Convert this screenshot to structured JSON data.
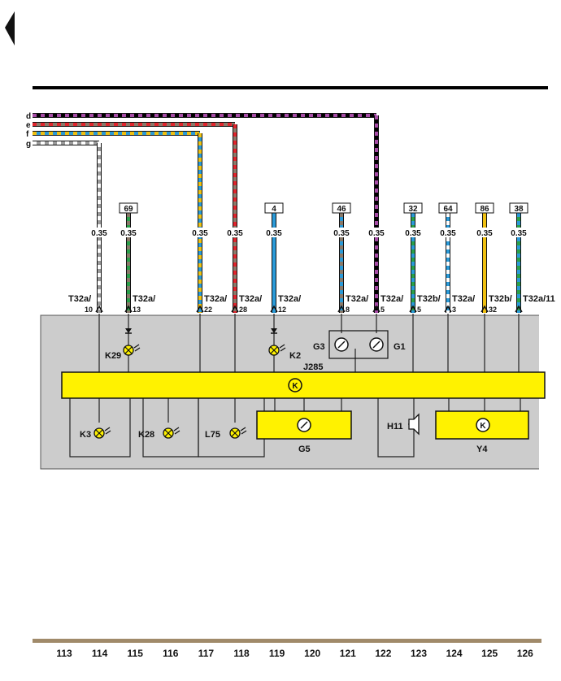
{
  "bus_lines": [
    {
      "label": "d",
      "colors": [
        "#000000",
        "#a64ca6"
      ]
    },
    {
      "label": "e",
      "colors": [
        "#8a7a6a",
        "#e0242c"
      ]
    },
    {
      "label": "f",
      "colors": [
        "#2a9ad8",
        "#f0c010"
      ]
    },
    {
      "label": "g",
      "colors": [
        "#9a9a9a",
        "#ffffff"
      ]
    }
  ],
  "wires": [
    {
      "id": "w114",
      "section": "114",
      "gauge": "0.35",
      "ref": "",
      "terminal": [
        "T32a/",
        "10"
      ],
      "colors": [
        "#9a9a9a",
        "#ffffff"
      ]
    },
    {
      "id": "w115",
      "section": "115",
      "gauge": "0.35",
      "ref": "69",
      "terminal": [
        "T32a/",
        "13"
      ],
      "colors": [
        "#2aa04a",
        "#8a7a6a"
      ]
    },
    {
      "id": "w117",
      "section": "117",
      "gauge": "0.35",
      "ref": "",
      "terminal": [
        "T32a/",
        "22"
      ],
      "colors": [
        "#2a9ad8",
        "#f0c010"
      ]
    },
    {
      "id": "w118",
      "section": "118",
      "gauge": "0.35",
      "ref": "",
      "terminal": [
        "T32a/",
        "28"
      ],
      "colors": [
        "#8a7a6a",
        "#e0242c"
      ]
    },
    {
      "id": "w119",
      "section": "119",
      "gauge": "0.35",
      "ref": "4",
      "terminal": [
        "T32a/",
        "12"
      ],
      "colors": [
        "#2a9ad8",
        "#2a9ad8"
      ]
    },
    {
      "id": "w121",
      "section": "121",
      "gauge": "0.35",
      "ref": "46",
      "terminal": [
        "T32a/",
        "8"
      ],
      "colors": [
        "#2a9ad8",
        "#8a7a6a"
      ]
    },
    {
      "id": "w122",
      "section": "122",
      "gauge": "0.35",
      "ref": "",
      "terminal": [
        "T32a/",
        "5"
      ],
      "colors": [
        "#000000",
        "#a64ca6"
      ]
    },
    {
      "id": "w123",
      "section": "123",
      "gauge": "0.35",
      "ref": "32",
      "terminal": [
        "T32b/",
        "5"
      ],
      "colors": [
        "#2aa04a",
        "#2a9ad8"
      ]
    },
    {
      "id": "w124",
      "section": "124",
      "gauge": "0.35",
      "ref": "64",
      "terminal": [
        "T32a/",
        "3"
      ],
      "colors": [
        "#2a9ad8",
        "#ffffff"
      ]
    },
    {
      "id": "w125",
      "section": "125",
      "gauge": "0.35",
      "ref": "86",
      "terminal": [
        "T32b/",
        "32"
      ],
      "colors": [
        "#f0c010",
        "#f0c010"
      ]
    },
    {
      "id": "w126",
      "section": "126",
      "gauge": "0.35",
      "ref": "38",
      "terminal": [
        "T32a/11",
        ""
      ],
      "colors": [
        "#2aa04a",
        "#2a9ad8"
      ]
    }
  ],
  "components": {
    "lamps": [
      "K29",
      "K2",
      "K3",
      "K28",
      "L75"
    ],
    "gauges_top": [
      "G3",
      "G1"
    ],
    "control_unit": "J285",
    "fuel_gauge": "G5",
    "horn": "H11",
    "speedometer_unit": "Y4"
  },
  "section_numbers": [
    "113",
    "114",
    "115",
    "116",
    "117",
    "118",
    "119",
    "120",
    "121",
    "122",
    "123",
    "124",
    "125",
    "126"
  ],
  "colors": {
    "housing": "#cccccc",
    "module_bar": "#fff200",
    "ruler": "#a08a6a"
  }
}
